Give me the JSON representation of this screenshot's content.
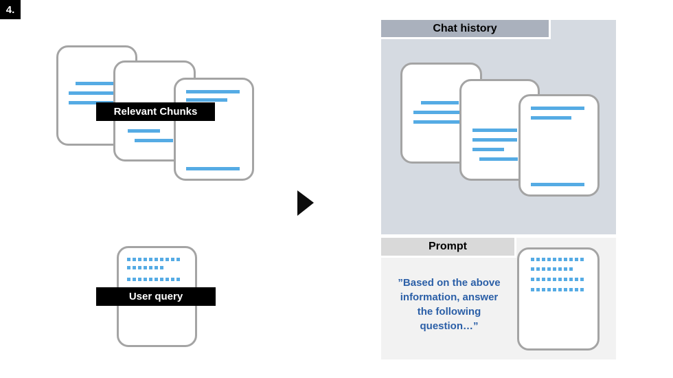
{
  "step_label": "4.",
  "left": {
    "chunks_label": "Relevant Chunks",
    "query_label": "User query"
  },
  "right": {
    "chat_history": {
      "title": "Chat history"
    },
    "prompt": {
      "title": "Prompt",
      "quote": "”Based on the above\ninformation, answer\nthe following\nquestion…”"
    }
  },
  "colors": {
    "accent_blue": "#55abe4",
    "quote_blue": "#2b5fa7",
    "chat_panel_bg": "#d5dae1",
    "chat_header_bg": "#aab1bd",
    "prompt_panel_bg": "#f2f2f2",
    "prompt_header_bg": "#d9d9d9",
    "card_border": "#a4a4a4",
    "label_bg": "#000000"
  }
}
